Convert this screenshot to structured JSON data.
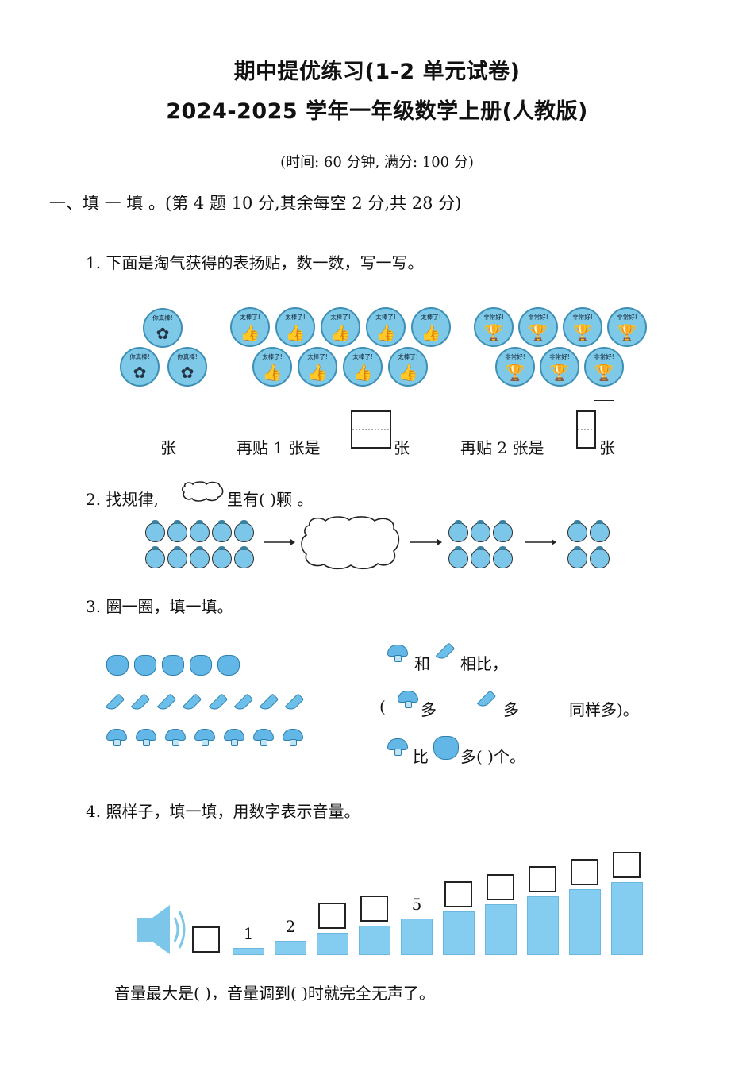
{
  "header": {
    "title_line1": "期中提优练习(1-2 单元试卷)",
    "title_line2": "2024-2025 学年一年级数学上册(人教版)",
    "time_info": "(时间: 60  分钟,  满分: 100 分)"
  },
  "section1": {
    "heading": "一、填  一  填  。(第  4  题  10  分,其余每空 2 分,共 28  分)"
  },
  "q1": {
    "prompt": "1.  下面是淘气获得的表扬贴，数一数，写一写。",
    "sticker_group1_label": "你真棒!",
    "sticker_group2_label": "太棒了!",
    "sticker_group3_label": "非常好!",
    "blank_unit1": "张",
    "add_one_text": "再贴  1  张是",
    "blank_unit2": "张",
    "add_two_text": "再贴  2  张是",
    "blank_unit3": "张"
  },
  "q2": {
    "prompt_prefix": "2.  找规律,",
    "prompt_suffix": "里有(       )颗    。"
  },
  "q3": {
    "prompt": "3.  圈一圈，填一填。",
    "compare_and": "和",
    "compare_suffix": "相比，",
    "choice_open": "(",
    "choice_more1": "多",
    "choice_more2": "多",
    "choice_same": "同样多)。",
    "diff_than": "比",
    "diff_suffix": "多(      )个。"
  },
  "q4": {
    "prompt": "4.  照样子，填一填，用数字表示音量。",
    "volume_levels": [
      "",
      "1",
      "2",
      "",
      "",
      "5",
      "",
      "",
      "",
      "",
      ""
    ],
    "footer": "音量最大是(       )，音量调到(       )时就完全无声了。"
  }
}
